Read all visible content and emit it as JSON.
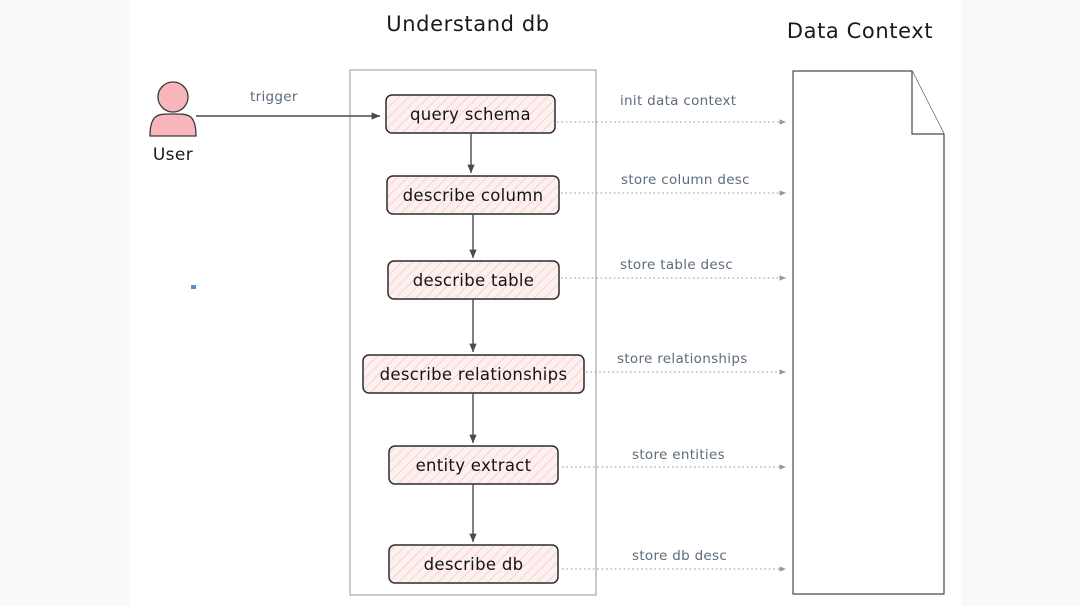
{
  "diagram": {
    "titles": {
      "flow": "Understand db",
      "context": "Data Context"
    },
    "actor": {
      "label": "User",
      "icon": "user-avatar-icon",
      "color": "#f9b5bc"
    },
    "trigger_edge": {
      "label": "trigger"
    },
    "steps": [
      {
        "label": "query schema",
        "store_label": "init data context"
      },
      {
        "label": "describe column",
        "store_label": "store column desc"
      },
      {
        "label": "describe table",
        "store_label": "store table desc"
      },
      {
        "label": "describe relationships",
        "store_label": "store relationships"
      },
      {
        "label": "entity extract",
        "store_label": "store entities"
      },
      {
        "label": "describe db",
        "store_label": "store db desc"
      }
    ],
    "colors": {
      "node_fill": "#fdf0ef",
      "node_stroke": "#2b2b2b",
      "edge_label": "#5d6b7a",
      "container_stroke": "#9aa3ab",
      "document_stroke": "#4a4a4a",
      "canvas": "#ffffff",
      "strip": "#f9f9f9"
    }
  }
}
